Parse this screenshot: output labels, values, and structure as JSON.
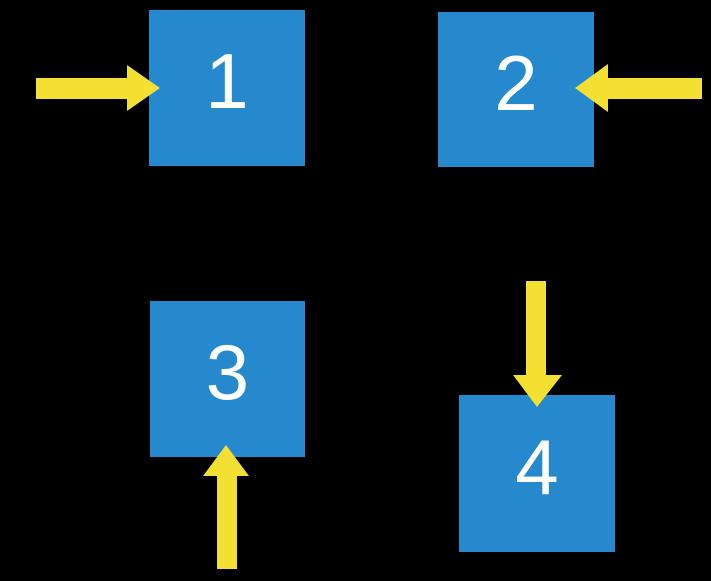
{
  "colors": {
    "background": "#000000",
    "box_blue": "#2689CE",
    "arrow_yellow": "#F3E032",
    "label_white": "#FFFFFF"
  },
  "boxes": [
    {
      "label": "1",
      "arrow_side": "left",
      "arrow_direction": "right"
    },
    {
      "label": "2",
      "arrow_side": "right",
      "arrow_direction": "left"
    },
    {
      "label": "3",
      "arrow_side": "bottom",
      "arrow_direction": "up"
    },
    {
      "label": "4",
      "arrow_side": "top",
      "arrow_direction": "down"
    }
  ]
}
